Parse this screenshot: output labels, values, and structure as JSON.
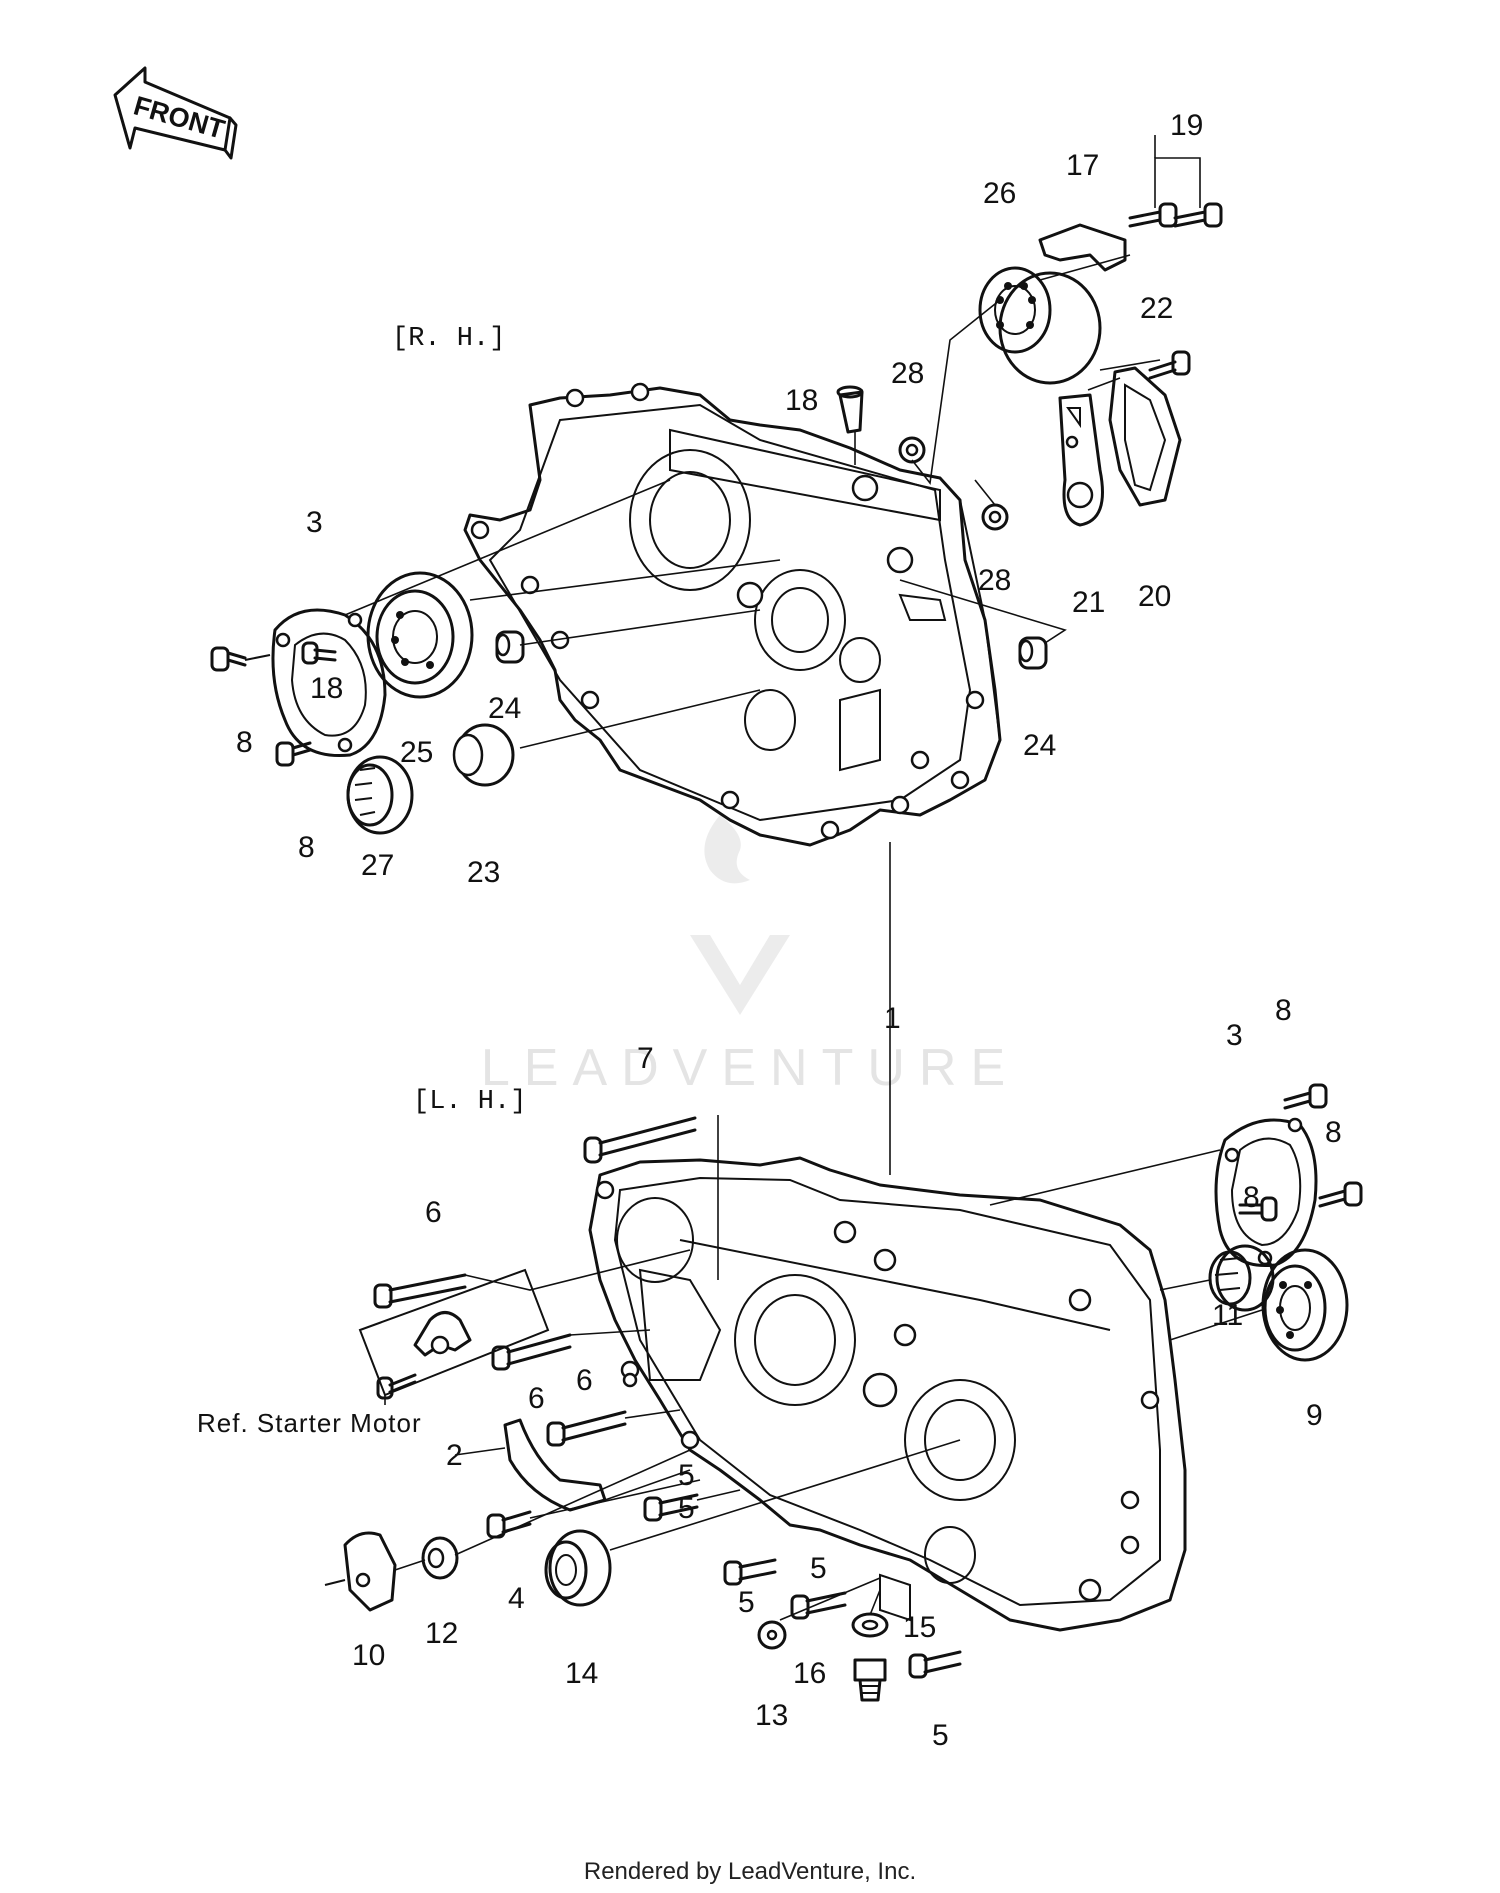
{
  "front_arrow": {
    "label": "FRONT"
  },
  "sections": {
    "right_half": "[R. H.]",
    "left_half": "[L. H.]"
  },
  "reference_note": "Ref. Starter  Motor",
  "watermark": {
    "text": "LEADVENTURE"
  },
  "footer": {
    "text": "Rendered by LeadVenture, Inc."
  },
  "callouts": {
    "c1": "1",
    "c2": "2",
    "c3_rh": "3",
    "c3_lh": "3",
    "c4": "4",
    "c5_a": "5",
    "c5_b": "5",
    "c5_c": "5",
    "c5_d": "5",
    "c5_e": "5",
    "c6_a": "6",
    "c6_b": "6",
    "c6_c": "6",
    "c7": "7",
    "c8_a": "8",
    "c8_b": "8",
    "c8_c": "8",
    "c8_d": "8",
    "c8_e": "8",
    "c9": "9",
    "c10": "10",
    "c11": "11",
    "c12": "12",
    "c13": "13",
    "c14": "14",
    "c15": "15",
    "c16": "16",
    "c17": "17",
    "c18_a": "18",
    "c18_b": "18",
    "c19": "19",
    "c20": "20",
    "c21": "21",
    "c22": "22",
    "c23": "23",
    "c24_a": "24",
    "c24_b": "24",
    "c25": "25",
    "c26": "26",
    "c27": "27",
    "c28_a": "28",
    "c28_b": "28"
  }
}
